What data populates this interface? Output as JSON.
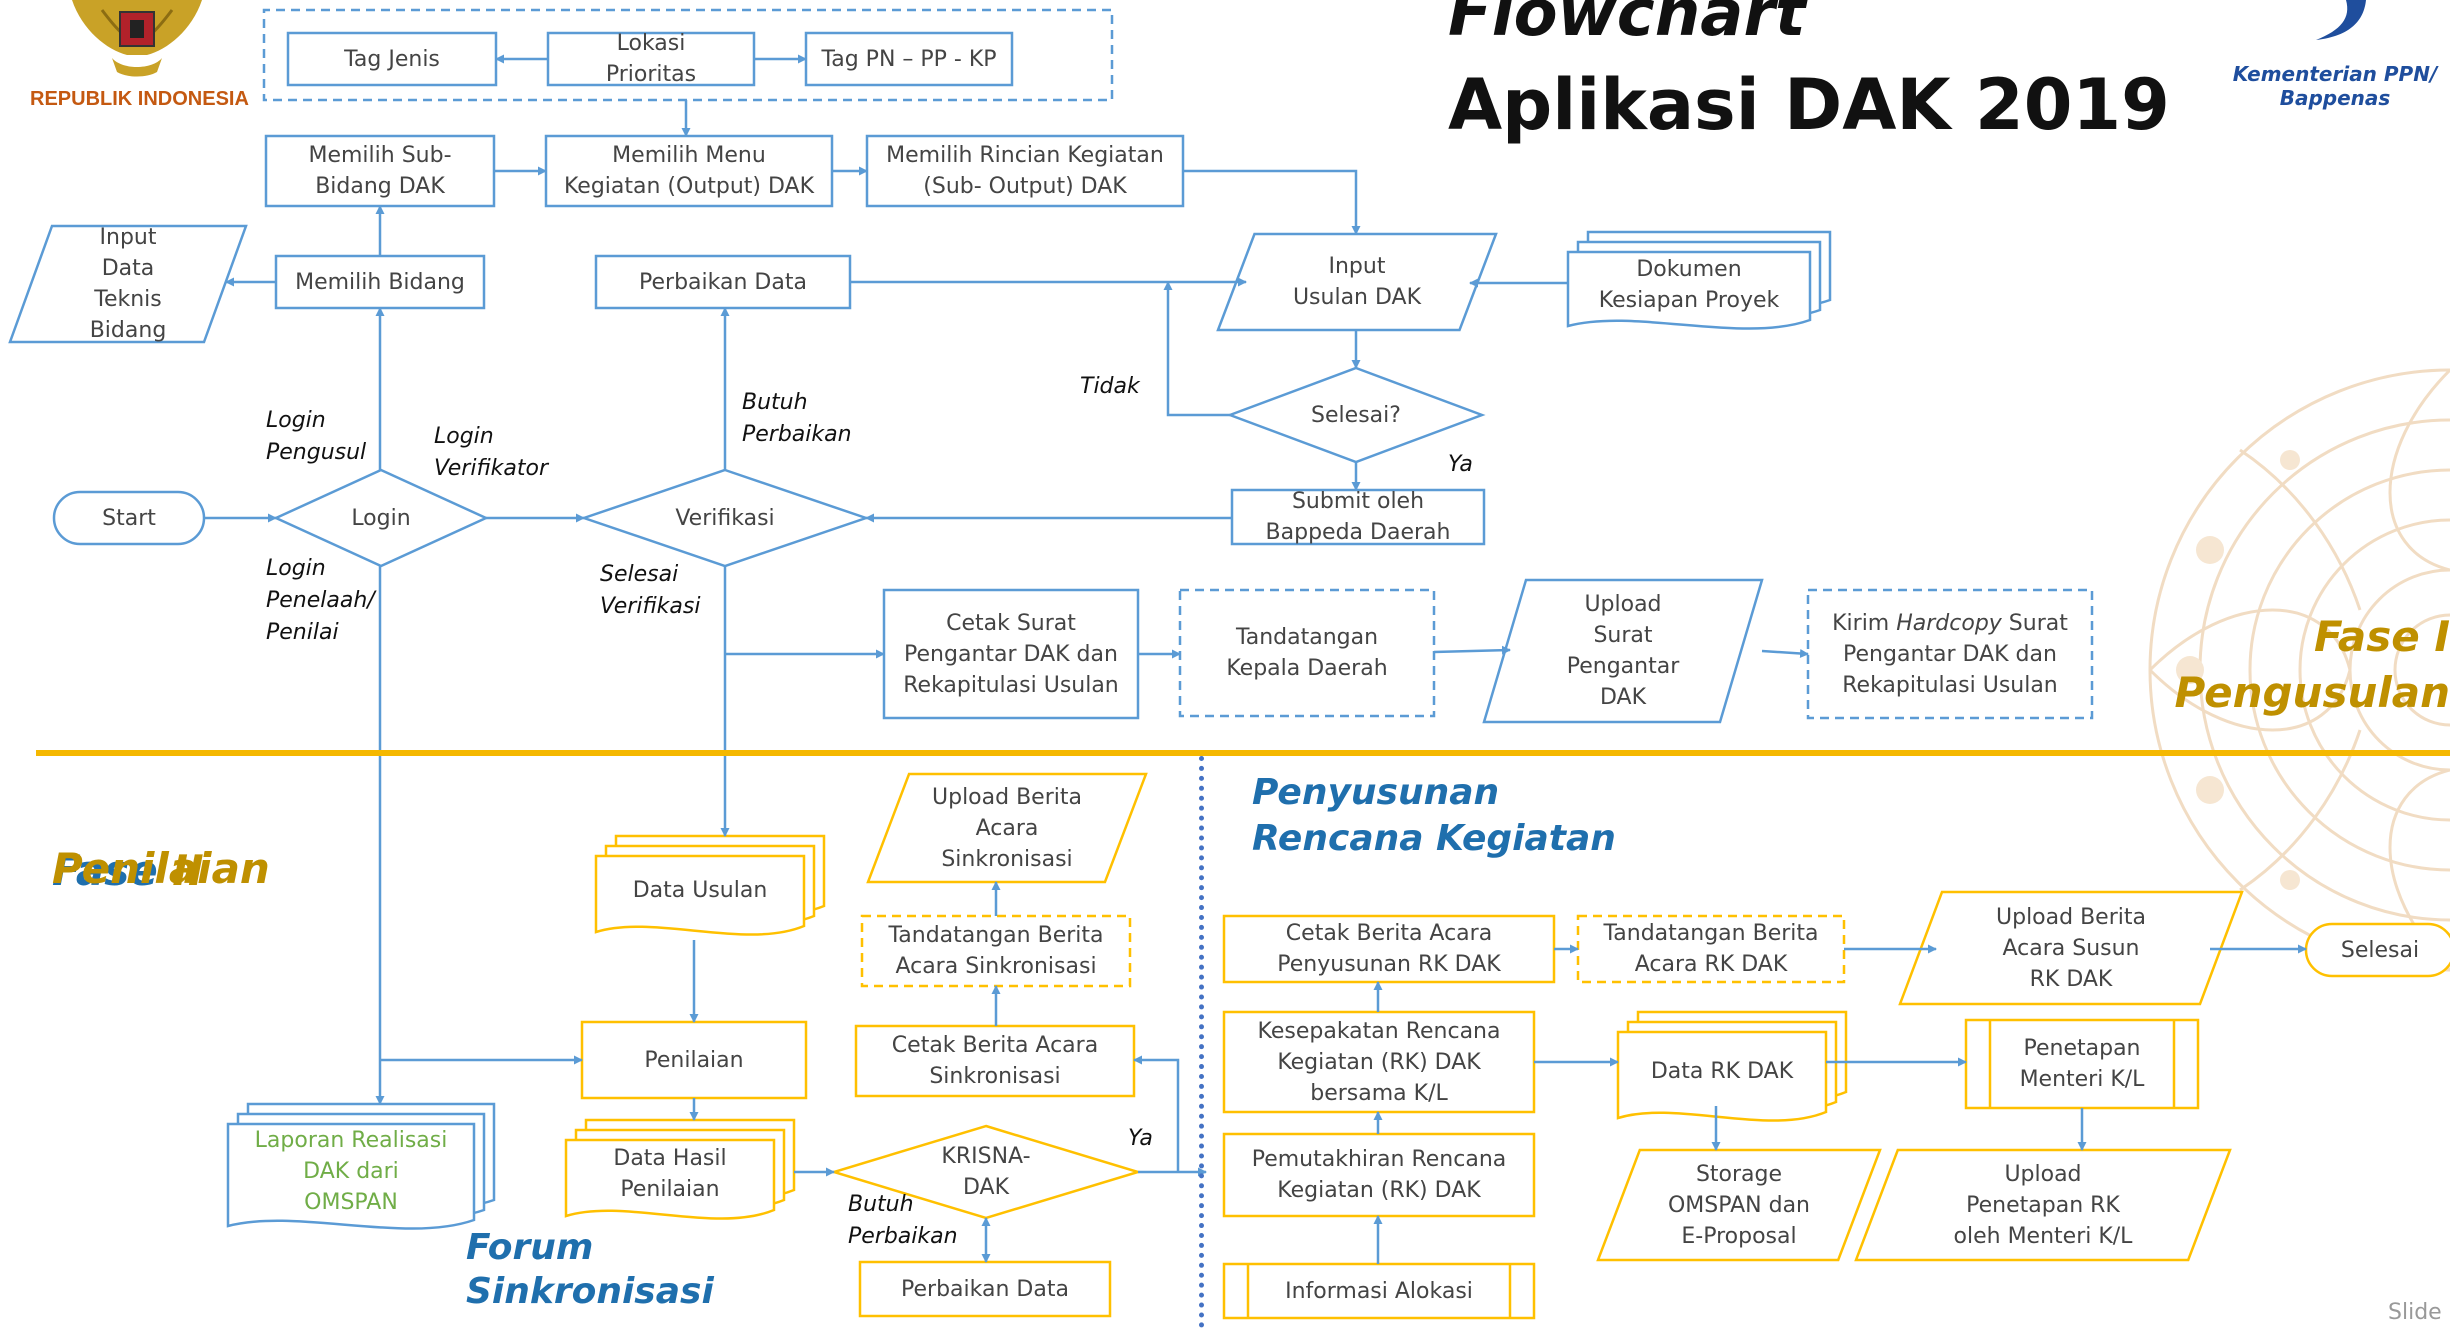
{
  "header": {
    "title_line1": "Flowchart",
    "title_line2": "Aplikasi DAK 2019",
    "country": "REPUBLIK INDONESIA",
    "ministry_line1": "Kementerian PPN/",
    "ministry_line2": "Bappenas",
    "slide_label": "Slide"
  },
  "colors": {
    "phase1_stroke": "#5b9bd5",
    "phase1_text": "#44546a",
    "phase2_stroke": "#ffc000",
    "divider": "#f5b800",
    "section_blue": "#1f6fad",
    "section_gold": "#bf9000",
    "green_text": "#70ad47"
  },
  "sections": {
    "fase1_line1": "Fase I",
    "fase1_line2": "Pengusulan",
    "fase2_line1a": "Fase ",
    "fase2_line1b": "II",
    "fase2_line2": "Penilaian",
    "penyusunan": "Penyusunan\nRencana Kegiatan",
    "forum": "Forum\nSinkronisasi"
  },
  "nodes": {
    "tag_jenis": "Tag Jenis",
    "lokasi_prioritas": "Lokasi\nPrioritas",
    "tag_pn": "Tag PN – PP - KP",
    "sub_bidang": "Memilih Sub-\nBidang DAK",
    "menu_kegiatan": "Memilih Menu\nKegiatan (Output) DAK",
    "rincian_kegiatan": "Memilih Rincian Kegiatan\n(Sub- Output) DAK",
    "input_data_teknis": "Input\nData\nTeknis\nBidang",
    "memilih_bidang": "Memilih Bidang",
    "perbaikan_data_1": "Perbaikan Data",
    "input_usulan": "Input\nUsulan DAK",
    "dokumen_kesiapan": "Dokumen\nKesiapan Proyek",
    "selesai_q": "Selesai?",
    "start": "Start",
    "login": "Login",
    "verifikasi": "Verifikasi",
    "submit": "Submit oleh\nBappeda Daerah",
    "cetak_surat": "Cetak Surat\nPengantar DAK dan\nRekapitulasi Usulan",
    "ttd_kepala": "Tandatangan\nKepala Daerah",
    "upload_surat": "Upload\nSurat\nPengantar\nDAK",
    "kirim_pre": "Kirim ",
    "kirim_em": "Hardcopy",
    "kirim_post": " Surat",
    "kirim_rest": "Pengantar DAK dan\nRekapitulasi Usulan",
    "upload_ba_sinkron": "Upload Berita\nAcara\nSinkronisasi",
    "ttd_ba_sinkron": "Tandatangan Berita\nAcara Sinkronisasi",
    "data_usulan": "Data Usulan",
    "cetak_ba_sinkron": "Cetak Berita Acara\nSinkronisasi",
    "penilaian": "Penilaian",
    "laporan": "Laporan Realisasi\nDAK dari\nOMSPAN",
    "data_hasil": "Data Hasil\nPenilaian",
    "krisna": "KRISNA-\nDAK",
    "perbaikan_data_2": "Perbaikan Data",
    "cetak_ba_rk": "Cetak Berita Acara\nPenyusunan RK DAK",
    "ttd_ba_rk": "Tandatangan Berita\nAcara RK DAK",
    "upload_ba_susun": "Upload Berita\nAcara Susun\nRK DAK",
    "selesai": "Selesai",
    "kesepakatan": "Kesepakatan Rencana\nKegiatan (RK) DAK\nbersama K/L",
    "data_rk": "Data RK DAK",
    "penetapan": "Penetapan\nMenteri K/L",
    "pemutakhiran": "Pemutakhiran Rencana\nKegiatan (RK) DAK",
    "storage": "Storage\nOMSPAN dan\nE-Proposal",
    "upload_penetapan": "Upload\nPenetapan RK\noleh Menteri K/L",
    "informasi_alokasi": "Informasi Alokasi"
  },
  "labels": {
    "login_pengusul": "Login\nPengusul",
    "login_verifikator": "Login\nVerifikator",
    "login_penelaah": "Login\nPenelaah/\nPenilai",
    "butuh_perbaikan_1": "Butuh\nPerbaikan",
    "tidak": "Tidak",
    "ya_1": "Ya",
    "selesai_verifikasi": "Selesai\nVerifikasi",
    "ya_2": "Ya",
    "butuh_perbaikan_2": "Butuh\nPerbaikan"
  },
  "icons": [
    "garuda-emblem-icon",
    "bappenas-logo-icon",
    "batik-ornament-icon"
  ]
}
